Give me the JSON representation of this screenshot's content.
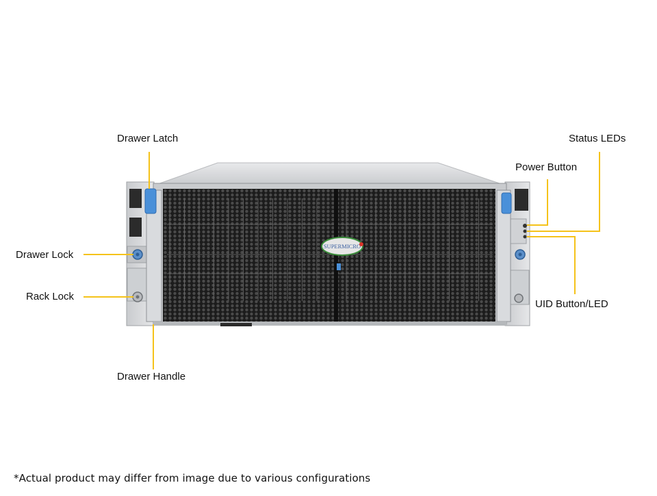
{
  "diagram": {
    "callouts": {
      "drawer_latch": "Drawer Latch",
      "status_leds": "Status LEDs",
      "power_button": "Power Button",
      "drawer_lock": "Drawer Lock",
      "rack_lock": "Rack Lock",
      "uid_button_led": "UID Button/LED",
      "drawer_handle": "Drawer Handle"
    },
    "logo_text": "SUPERMICRO",
    "footnote": "*Actual product may differ from image due to various configurations",
    "colors": {
      "callout_line": "#f5c219",
      "chassis": "#d6d8db",
      "chassis_dark": "#8e9296",
      "front_grille": "#1a1a1a",
      "latch_blue": "#4a90d9",
      "logo_green": "#3a8c3a",
      "logo_red": "#d9342b"
    },
    "icons": [
      "latch-icon",
      "lock-knob-icon",
      "led-indicator-icon",
      "power-button-icon"
    ]
  }
}
